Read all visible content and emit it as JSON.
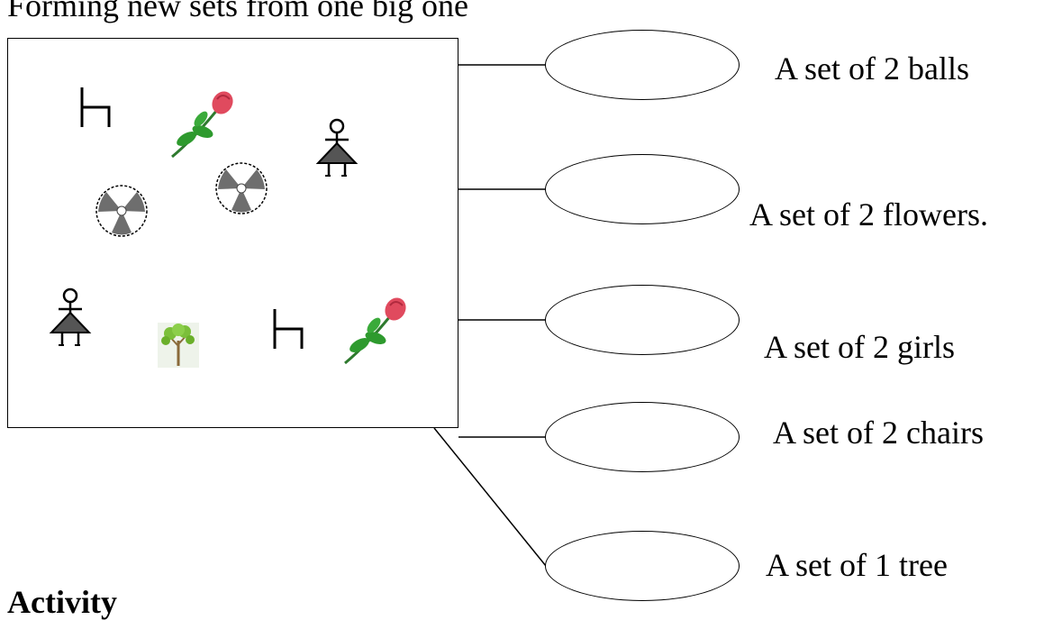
{
  "page": {
    "title": "Forming new sets from one big one",
    "activity_heading": "Activity"
  },
  "big_set": {
    "items": [
      "chair-icon",
      "rose-icon",
      "girl-icon",
      "ball-icon",
      "ball-icon",
      "girl-icon",
      "tree-icon",
      "chair-icon",
      "rose-icon"
    ]
  },
  "subsets": [
    {
      "label": "A set of 2 balls"
    },
    {
      "label": "A set of 2 flowers."
    },
    {
      "label": "A set of 2 girls"
    },
    {
      "label": "A set of 2 chairs"
    },
    {
      "label": "A set of 1 tree"
    }
  ],
  "colors": {
    "ink": "#000000",
    "rose_petal": "#e04a5e",
    "leaf": "#2e9a2e",
    "girl_dress": "#555555",
    "ball_gray": "#6e6e6e",
    "tree_trunk": "#8a6a3a",
    "tree_leaves": "#7bbf3a"
  }
}
